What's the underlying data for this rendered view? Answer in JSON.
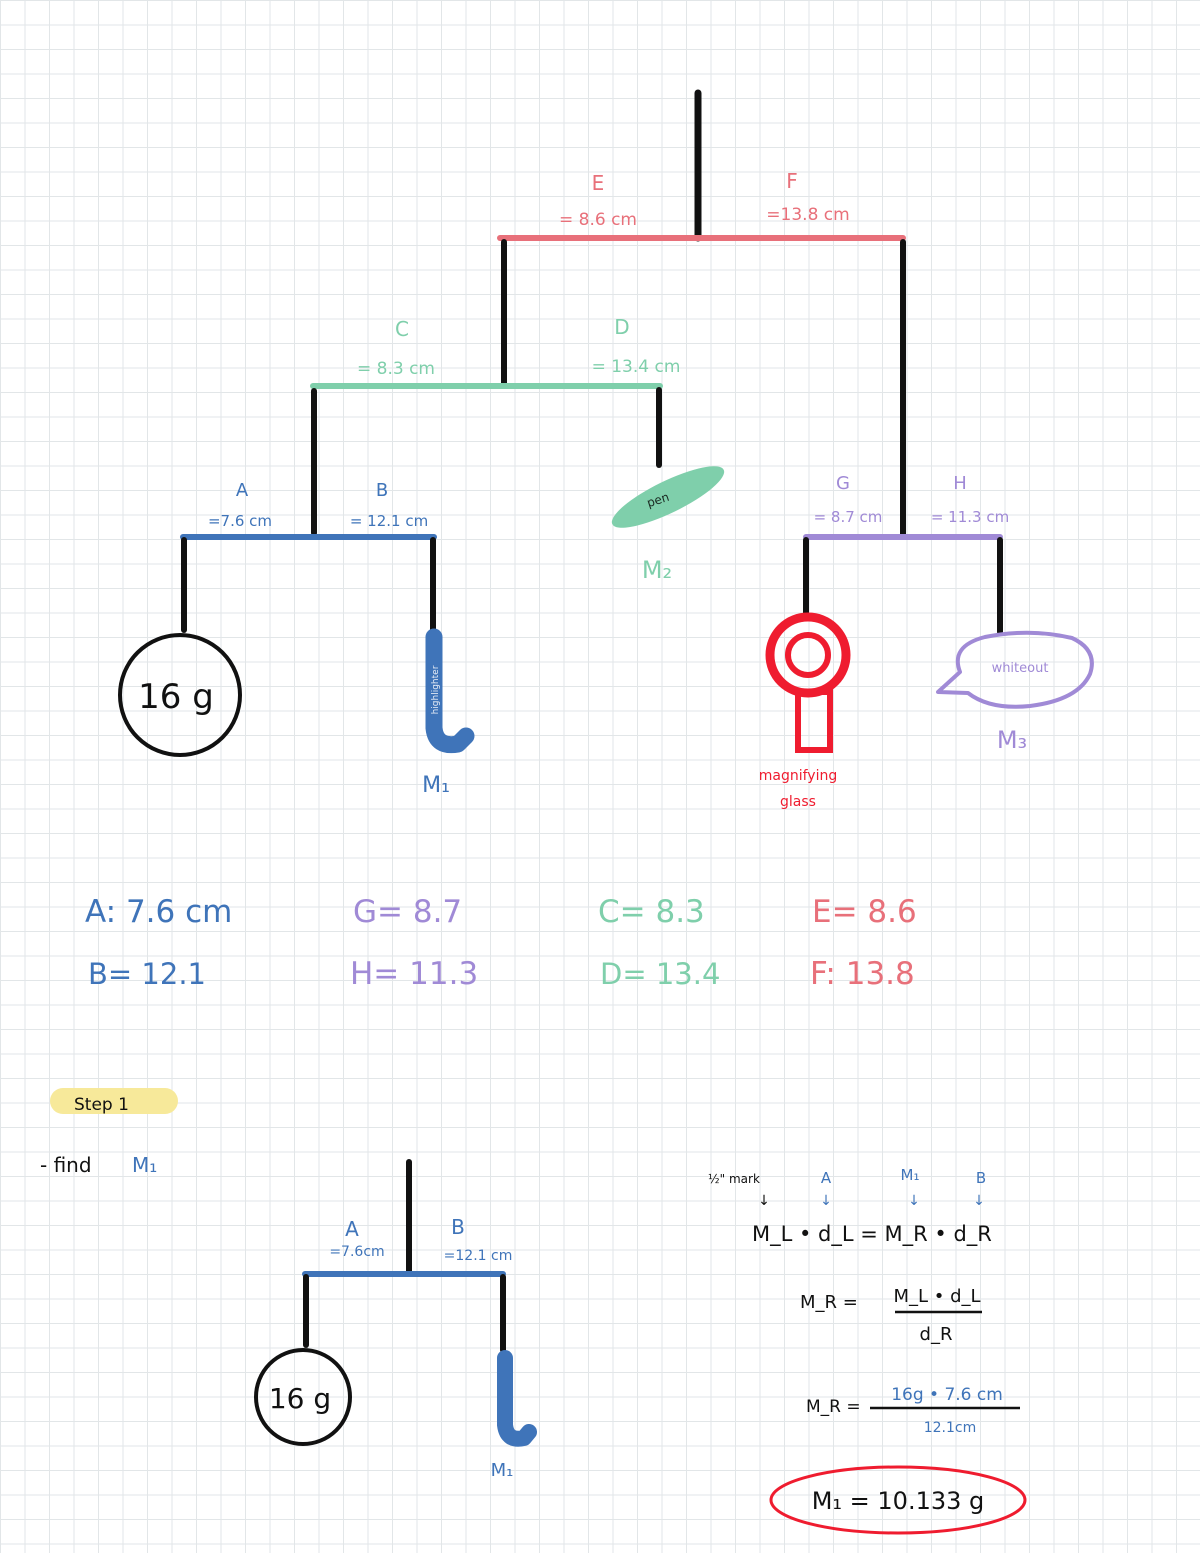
{
  "colors": {
    "ink": "#111111",
    "red": "#e8707a",
    "green": "#7fcfab",
    "blue": "#3f74b9",
    "purple": "#a08ad6",
    "bright_red": "#ef1c2f",
    "highlight": "#f7e99a"
  },
  "mobile": {
    "top_bar": {
      "left_label": "E",
      "left_value": "= 8.6 cm",
      "right_label": "F",
      "right_value": "=13.8 cm"
    },
    "left_bar": {
      "left_label": "C",
      "left_value": "= 8.3 cm",
      "right_label": "D",
      "right_value": "= 13.4 cm"
    },
    "low_bar": {
      "left_label": "A",
      "left_value": "=7.6 cm",
      "right_label": "B",
      "right_value": "= 12.1 cm"
    },
    "right_bar": {
      "left_label": "G",
      "left_value": "= 8.7 cm",
      "right_label": "H",
      "right_value": "= 11.3 cm"
    },
    "weight": "16 g",
    "m1_label": "M₁",
    "m1_object": "highlighter",
    "m2_object": "pen",
    "m2_label": "M₂",
    "magnifier_label_line1": "magnifying",
    "magnifier_label_line2": "glass",
    "m3_object": "whiteout",
    "m3_label": "M₃"
  },
  "summary": {
    "a": "A: 7.6 cm",
    "b": "B= 12.1",
    "g": "G= 8.7",
    "h": "H= 11.3",
    "c": "C= 8.3",
    "d": "D= 13.4",
    "e": "E= 8.6",
    "f": "F: 13.8"
  },
  "step": {
    "title": "Step 1",
    "task": "- find",
    "task_var": "M₁",
    "mini": {
      "a_label": "A",
      "a_value": "=7.6cm",
      "b_label": "B",
      "b_value": "=12.1 cm",
      "weight": "16 g",
      "m1_label": "M₁"
    },
    "equations": {
      "note": "½\" mark",
      "ann_a": "A",
      "ann_m1": "M₁",
      "ann_b": "B",
      "eq1": "M_L • d_L = M_R • d_R",
      "eq2_left": "M_R =",
      "eq2_num": "M_L • d_L",
      "eq2_den": "d_R",
      "eq3_left": "M_R =",
      "eq3_num": "16g • 7.6 cm",
      "eq3_den": "12.1cm",
      "answer": "M₁ = 10.133 g"
    }
  }
}
